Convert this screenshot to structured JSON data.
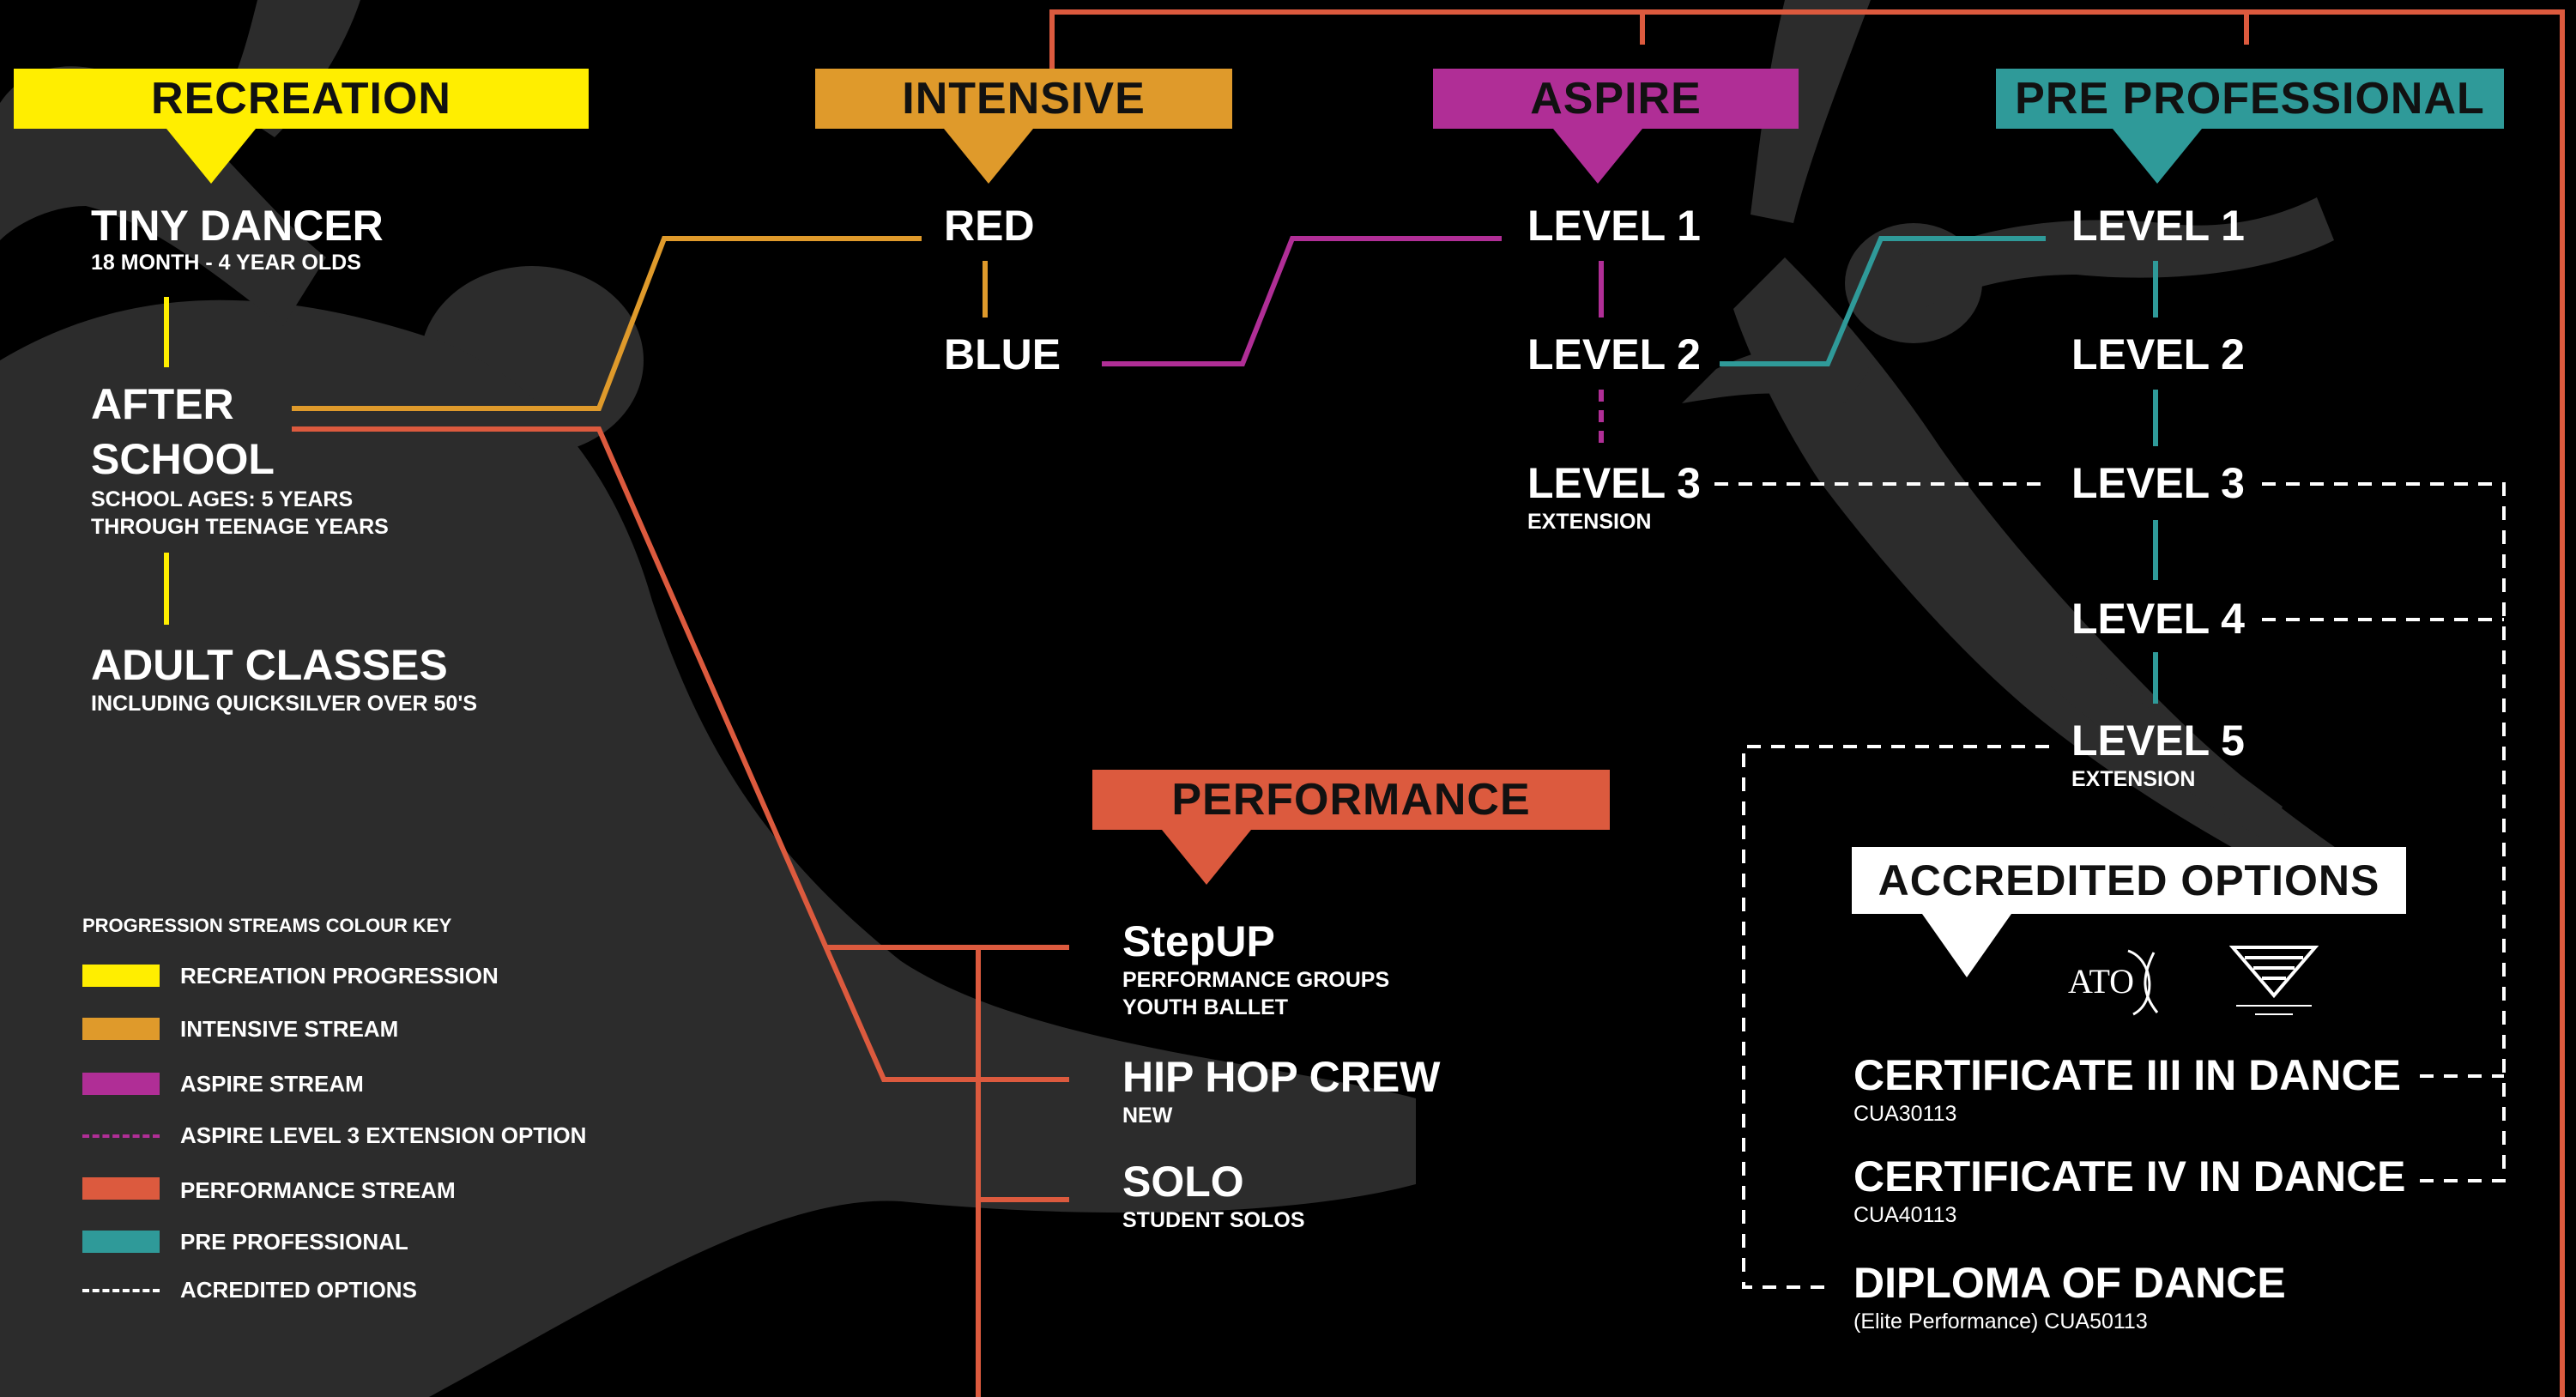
{
  "colors": {
    "background": "#000000",
    "silhouette": "#2c2c2c",
    "recreation": "#ffee00",
    "intensive": "#df9a2b",
    "aspire": "#b02e96",
    "performance": "#dc5a3e",
    "pre_professional": "#2f9a99",
    "accredited": "#ffffff",
    "frame": "#dc5a3e"
  },
  "streams": {
    "recreation": {
      "title": "RECREATION",
      "items": [
        {
          "label": "TINY DANCER",
          "sub": "18 MONTH - 4 YEAR OLDS"
        },
        {
          "label": "AFTER",
          "label2": "SCHOOL",
          "sub": "SCHOOL AGES: 5 YEARS",
          "sub2": "THROUGH TEENAGE YEARS"
        },
        {
          "label": "ADULT CLASSES",
          "sub": "INCLUDING QUICKSILVER OVER 50'S"
        }
      ]
    },
    "intensive": {
      "title": "INTENSIVE",
      "items": [
        {
          "label": "RED"
        },
        {
          "label": "BLUE"
        }
      ]
    },
    "aspire": {
      "title": "ASPIRE",
      "items": [
        {
          "label": "LEVEL 1"
        },
        {
          "label": "LEVEL 2"
        },
        {
          "label": "LEVEL 3",
          "sub": "EXTENSION"
        }
      ]
    },
    "pre_professional": {
      "title": "PRE PROFESSIONAL",
      "items": [
        {
          "label": "LEVEL 1"
        },
        {
          "label": "LEVEL 2"
        },
        {
          "label": "LEVEL 3"
        },
        {
          "label": "LEVEL 4"
        },
        {
          "label": "LEVEL 5",
          "sub": "EXTENSION"
        }
      ]
    },
    "performance": {
      "title": "PERFORMANCE",
      "items": [
        {
          "label": "StepUP",
          "sub": "PERFORMANCE GROUPS",
          "sub2": "YOUTH BALLET"
        },
        {
          "label": "HIP HOP CREW",
          "sub": "NEW"
        },
        {
          "label": "SOLO",
          "sub": "STUDENT SOLOS"
        }
      ]
    },
    "accredited": {
      "title": "ACCREDITED OPTIONS",
      "logo_ato": "ATO",
      "items": [
        {
          "label": "CERTIFICATE III IN DANCE",
          "sub": "CUA30113"
        },
        {
          "label": "CERTIFICATE IV IN DANCE",
          "sub": "CUA40113"
        },
        {
          "label": "DIPLOMA OF DANCE",
          "sub": "(Elite Performance) CUA50113"
        }
      ]
    }
  },
  "legend": {
    "title": "PROGRESSION STREAMS COLOUR KEY",
    "items": [
      {
        "label": "RECREATION PROGRESSION",
        "color": "#ffee00",
        "style": "solid"
      },
      {
        "label": "INTENSIVE STREAM",
        "color": "#df9a2b",
        "style": "solid"
      },
      {
        "label": "ASPIRE STREAM",
        "color": "#b02e96",
        "style": "solid"
      },
      {
        "label": "ASPIRE LEVEL 3 EXTENSION OPTION",
        "color": "#b02e96",
        "style": "dashed"
      },
      {
        "label": "PERFORMANCE STREAM",
        "color": "#dc5a3e",
        "style": "solid"
      },
      {
        "label": "PRE PROFESSIONAL",
        "color": "#2f9a99",
        "style": "solid"
      },
      {
        "label": "ACREDITED OPTIONS",
        "color": "#ffffff",
        "style": "dashed"
      }
    ]
  }
}
